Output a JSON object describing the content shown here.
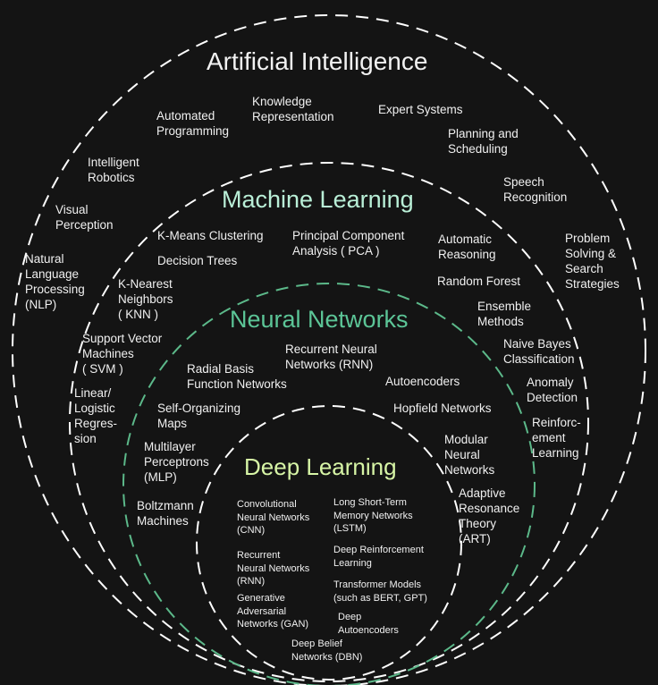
{
  "colors": {
    "background": "#141414",
    "ring_outer": "#ffffff",
    "ring_neural": "#5cb98a",
    "title_ai": "#f2f2f2",
    "title_ml": "#b9efd7",
    "title_nn": "#5cc597",
    "title_dl": "#d7f5a6"
  },
  "ai": {
    "title": "Artificial Intelligence",
    "items": [
      "Automated\nProgramming",
      "Knowledge\nRepresentation",
      "Expert Systems",
      "Planning and\nScheduling",
      "Intelligent\nRobotics",
      "Speech\nRecognition",
      "Visual\nPerception",
      "Problem\nSolving &\nSearch\nStrategies",
      "Natural\nLanguage\nProcessing\n(NLP)"
    ]
  },
  "ml": {
    "title": "Machine Learning",
    "items": [
      "K-Means Clustering",
      "Principal Component\nAnalysis ( PCA )",
      "Automatic\nReasoning",
      "Decision Trees",
      "Random Forest",
      "K-Nearest\nNeighbors\n( KNN )",
      "Ensemble\nMethods",
      "Support Vector\nMachines\n( SVM )",
      "Naive Bayes\nClassification",
      "Linear/\nLogistic\nRegres-\nsion",
      "Anomaly\nDetection",
      "Reinforc-\nement\nLearning"
    ]
  },
  "nn": {
    "title": "Neural Networks",
    "items": [
      "Recurrent Neural\nNetworks (RNN)",
      "Radial Basis\nFunction Networks",
      "Autoencoders",
      "Self-Organizing\nMaps",
      "Hopfield Networks",
      "Multilayer\nPerceptrons\n(MLP)",
      "Modular\nNeural\nNetworks",
      "Adaptive\nResonance\nTheory\n(ART)",
      "Boltzmann\nMachines"
    ]
  },
  "dl": {
    "title": "Deep Learning",
    "items": [
      "Convolutional\nNeural Networks\n(CNN)",
      "Long Short-Term\nMemory Networks\n(LSTM)",
      "Recurrent\nNeural Networks\n(RNN)",
      "Deep Reinforcement\nLearning",
      "Generative\nAdversarial\nNetworks (GAN)",
      "Transformer Models\n(such as BERT, GPT)",
      "Deep\nAutoencoders",
      "Deep Belief\nNetworks (DBN)"
    ]
  }
}
